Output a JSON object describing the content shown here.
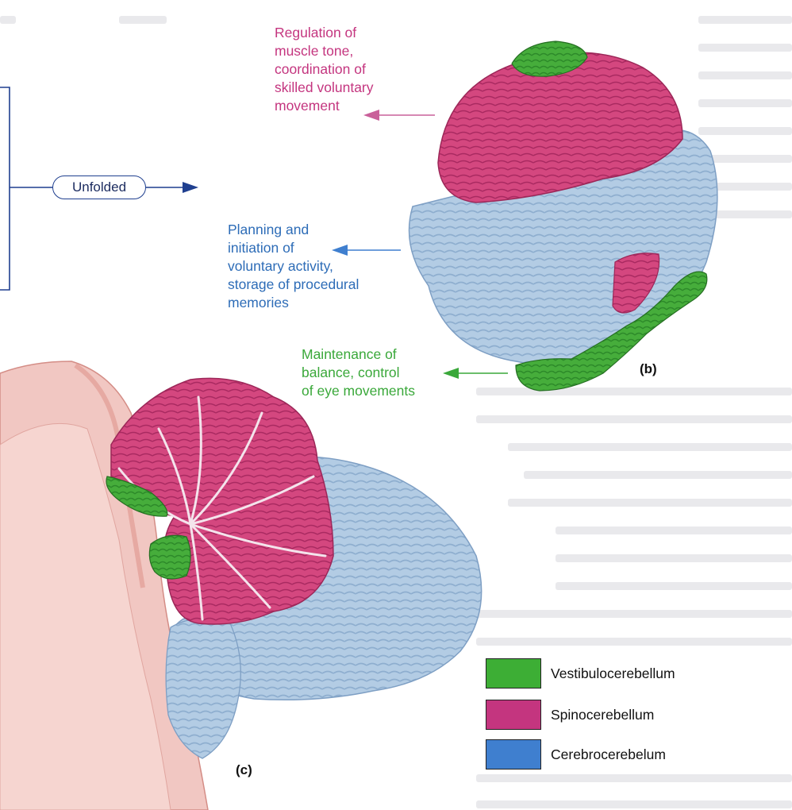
{
  "unfolded_label": "Unfolded",
  "panel_b": "(b)",
  "panel_c": "(c)",
  "functions": {
    "spino": "Regulation of\nmuscle tone,\ncoordination of\nskilled voluntary\nmovement",
    "cerebro": "Planning and\ninitiation of\nvoluntary activity,\nstorage of procedural\nmemories",
    "vestibulo": "Maintenance of\nbalance, control\nof eye movements"
  },
  "legend": [
    {
      "label": "Vestibulocerebellum",
      "color": "#3dae35"
    },
    {
      "label": "Spinocerebellum",
      "color": "#c4357f"
    },
    {
      "label": "Cerebrocerebelum",
      "color": "#3f7fcf"
    }
  ],
  "colors": {
    "spino": "#cf3a78",
    "cerebro": "#a9c4df",
    "vestibulo": "#3fa83a",
    "arrow_pink": "#c9609a",
    "arrow_blue": "#3f7fcf",
    "arrow_green": "#3aa83a",
    "arrow_navy": "#1f3f8f"
  }
}
